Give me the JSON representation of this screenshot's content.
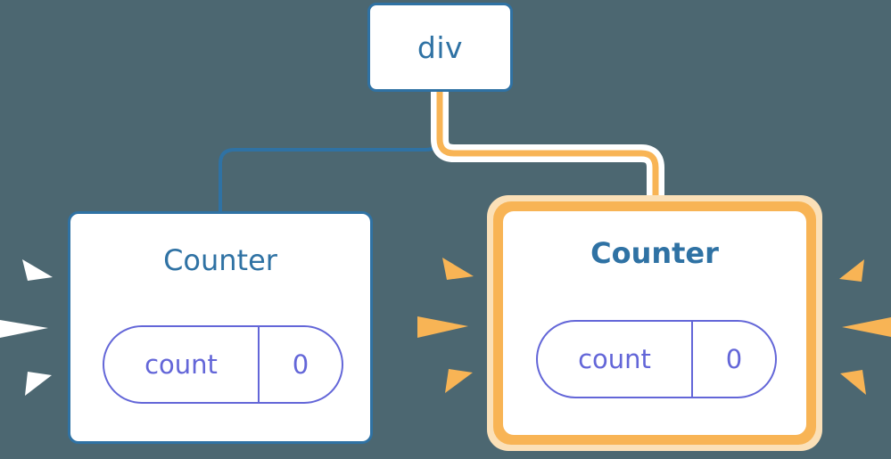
{
  "diagram": {
    "title": "React component tree re-render highlight",
    "background_color": "#4c6771",
    "accent_blue": "#2f72a4",
    "accent_orange": "#f8b455",
    "accent_orange_light": "#fbe0b7",
    "accent_purple": "#6366d8",
    "white": "#ffffff"
  },
  "nodes": {
    "root": {
      "label": "div",
      "border_color": "#2f72a4"
    },
    "counter_left": {
      "title": "Counter",
      "state": {
        "key": "count",
        "value": "0"
      },
      "border_color": "#2f72a4",
      "highlighted": "false"
    },
    "counter_right": {
      "title": "Counter",
      "state": {
        "key": "count",
        "value": "0"
      },
      "border_color": "#f8b455",
      "highlighted": "true"
    }
  },
  "connectors": [
    {
      "name": "div-to-counter-left",
      "color": "#2f72a4",
      "style": "plain"
    },
    {
      "name": "div-to-counter-right",
      "color": "#f8b455",
      "style": "highlighted"
    }
  ],
  "sparkles": [
    {
      "name": "sparkle-left-outer",
      "color": "#ffffff",
      "rays": "3"
    },
    {
      "name": "sparkle-middle",
      "color": "#f8b455",
      "rays": "3"
    },
    {
      "name": "sparkle-right-outer",
      "color": "#f8b455",
      "rays": "3"
    }
  ]
}
